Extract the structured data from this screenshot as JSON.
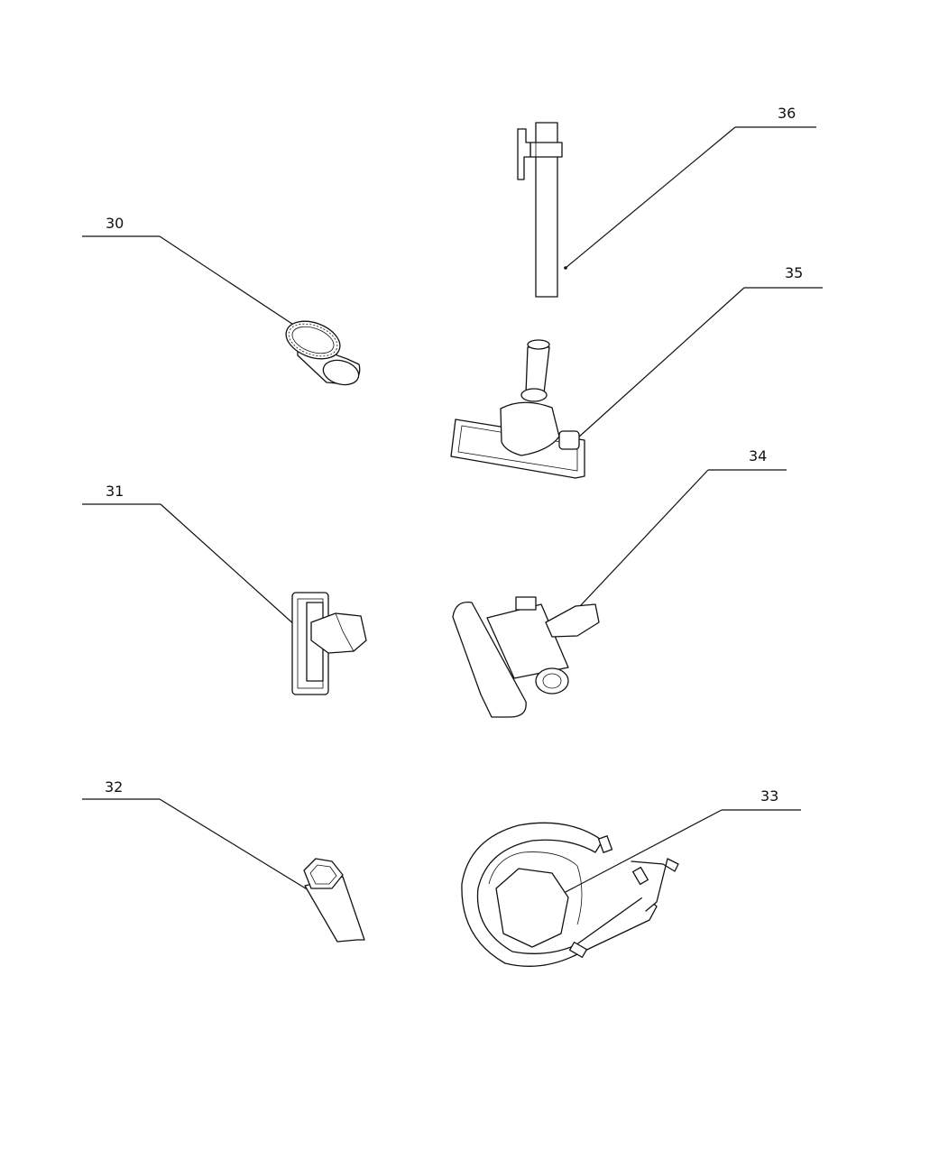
{
  "diagram": {
    "background": "#ffffff",
    "ink": "#111111",
    "callouts": [
      {
        "id": "30",
        "label": "30"
      },
      {
        "id": "31",
        "label": "31"
      },
      {
        "id": "32",
        "label": "32"
      },
      {
        "id": "33",
        "label": "33"
      },
      {
        "id": "34",
        "label": "34"
      },
      {
        "id": "35",
        "label": "35"
      },
      {
        "id": "36",
        "label": "36"
      }
    ]
  }
}
